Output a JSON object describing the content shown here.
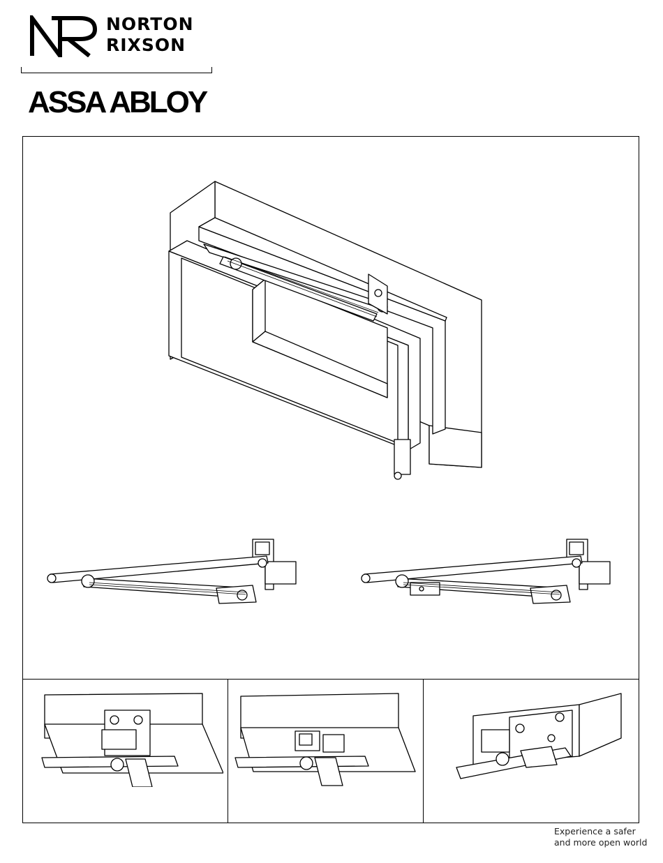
{
  "brand": {
    "line1": "NORTON",
    "line2": "RIXSON",
    "parent": "ASSA ABLOY",
    "logo_mark_icon": "nr-monogram-icon"
  },
  "tagline": {
    "line1": "Experience a safer",
    "line2": "and more open world"
  },
  "illustrations": {
    "main": "door-closer-isometric-illustration",
    "arm_left": "arm-assembly-illustration",
    "arm_right": "arm-assembly-with-bracket-illustration",
    "detail_1": "shoe-detail-1-illustration",
    "detail_2": "shoe-detail-2-illustration",
    "detail_3": "shoe-detail-3-illustration"
  }
}
